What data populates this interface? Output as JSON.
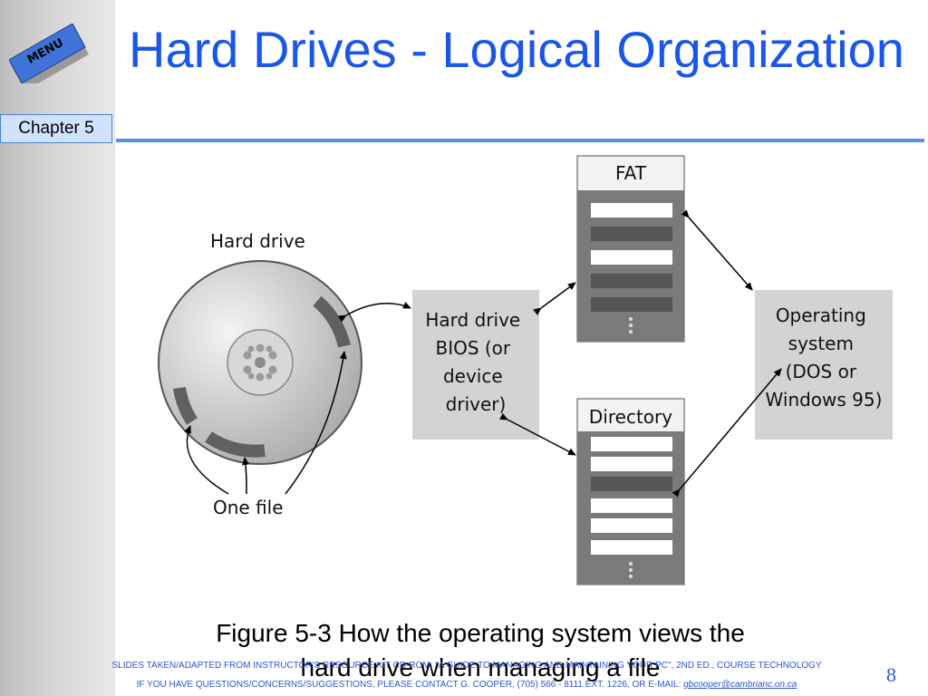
{
  "slide": {
    "title": "Hard Drives - Logical Organization",
    "menu_label": "MENU",
    "chapter_label": "Chapter 5",
    "page_number": "8"
  },
  "diagram": {
    "hard_drive_label": "Hard drive",
    "one_file_label": "One file",
    "bios_box": [
      "Hard drive",
      "BIOS (or",
      "device",
      "driver)"
    ],
    "fat_label": "FAT",
    "directory_label": "Directory",
    "os_box": [
      "Operating",
      "system",
      "(DOS or",
      "Windows 95)"
    ]
  },
  "caption": {
    "line1": "Figure 5-3  How the operating system views the",
    "line2": "hard drive when managing a file"
  },
  "footer": {
    "line1": "SLIDES TAKEN/ADAPTED FROM INSTRUCTOR'S RESOURCE KIT CD-ROM, \"A GUIDE TO MANAGING AND MAINTAINING YOUR PC\", 2ND ED., COURSE TECHNOLOGY",
    "line2_prefix": "IF YOU HAVE QUESTIONS/CONCERNS/SUGGESTIONS, PLEASE CONTACT G. COOPER, (705) 566 - 8111 EXT. 1226, OR E-MAIL:",
    "email": "gbcooper@cambrianc.on.ca"
  },
  "colors": {
    "title": "#1a56e8",
    "rule": "#5a8df0",
    "footer": "#2a55d8",
    "menu_face": "#3f73d8"
  }
}
